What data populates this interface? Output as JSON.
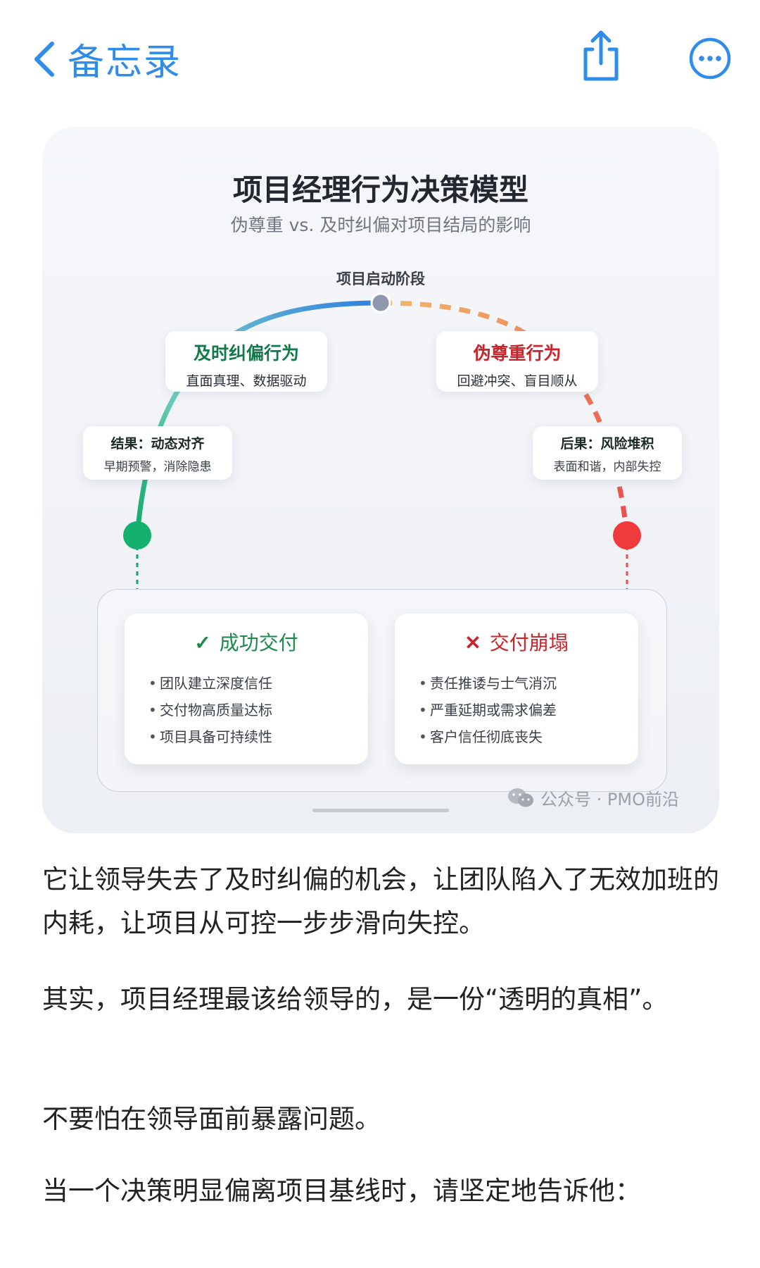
{
  "nav": {
    "back_label": "备忘录",
    "icons": [
      "chevron-left-icon",
      "share-icon",
      "more-icon"
    ],
    "accent": "#2f8ce8"
  },
  "figure": {
    "title": "项目经理行为决策模型",
    "subtitle": "伪尊重 vs. 及时纠偏对项目结局的影响",
    "start_label": "项目启动阶段",
    "left_path": {
      "title": "及时纠偏行为",
      "desc": "直面真理、数据驱动",
      "color": "#12794a"
    },
    "right_path": {
      "title": "伪尊重行为",
      "desc": "回避冲突、盲目顺从",
      "color": "#c7252b"
    },
    "left_result": {
      "title": "结果：动态对齐",
      "desc": "早期预警，消除隐患"
    },
    "right_result": {
      "title": "后果：风险堆积",
      "desc": "表面和谐，内部失控"
    },
    "success": {
      "title": "成功交付",
      "icon": "check-icon",
      "items": [
        "团队建立深度信任",
        "交付物高质量达标",
        "项目具备可持续性"
      ]
    },
    "failure": {
      "title": "交付崩塌",
      "icon": "cross-icon",
      "items": [
        "责任推诿与士气消沉",
        "严重延期或需求偏差",
        "客户信任彻底丧失"
      ]
    },
    "watermark": "公众号 · PMO前沿"
  },
  "paragraphs": [
    "它让领导失去了及时纠偏的机会，让团队陷入了无效加班的内耗，让项目从可控一步步滑向失控。",
    "其实，项目经理最该给领导的，是一份“透明的真相”。",
    "不要怕在领导面前暴露问题。",
    "当一个决策明显偏离项目基线时，请坚定地告诉他："
  ]
}
